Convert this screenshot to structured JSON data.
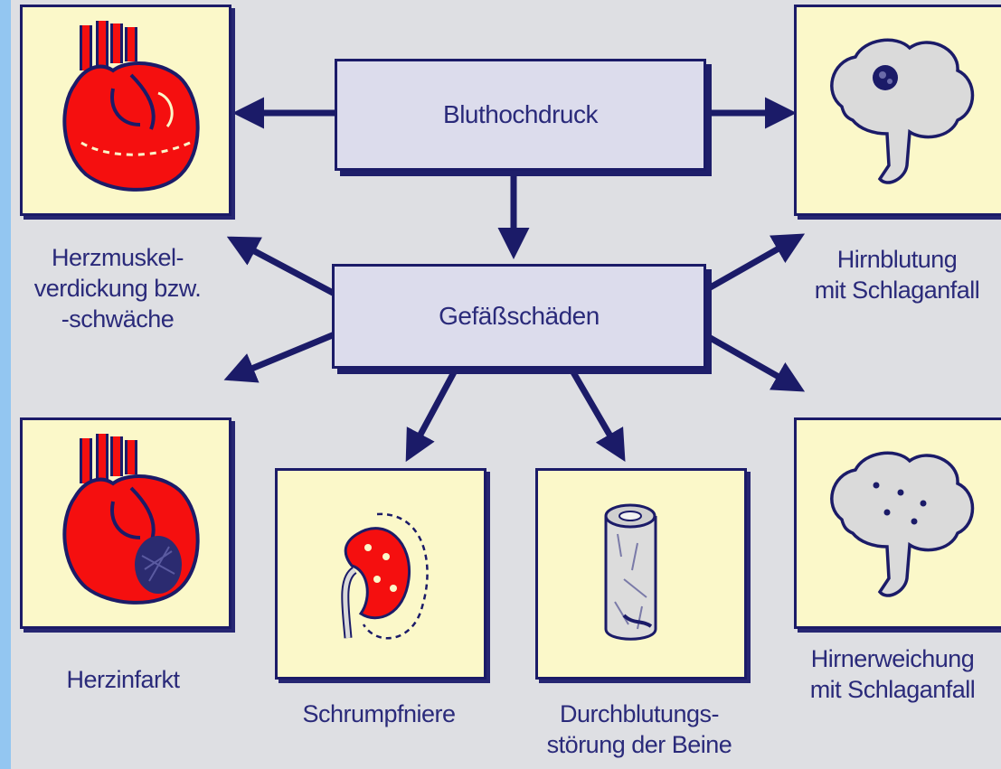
{
  "colors": {
    "background": "#dedfe3",
    "frame": "#93c6f1",
    "panel": "#fbf8c9",
    "organ_red": "#f50f0f",
    "outline": "#1b1b68",
    "text": "#2a2a7a"
  },
  "nodes": {
    "top": "Bluthochdruck",
    "middle": "Gefäßschäden"
  },
  "labels": {
    "heart_thickening": [
      "Herzmuskel-",
      "verdickung bzw.",
      "-schwäche"
    ],
    "brain_bleed": [
      "Hirnblutung",
      "mit Schlaganfall"
    ],
    "heart_attack": [
      "Herzinfarkt"
    ],
    "kidney": [
      "Schrumpfniere"
    ],
    "legs": [
      "Durchblutungs-",
      "störung der Beine"
    ],
    "brain_softening": [
      "Hirnerweichung",
      "mit Schlaganfall"
    ]
  },
  "icons": {
    "panel_heart_thickening": "heart-icon",
    "panel_brain_bleed": "brain-icon",
    "panel_heart_attack": "heart-infarct-icon",
    "panel_kidney": "kidney-icon",
    "panel_legs": "blood-vessel-icon",
    "panel_brain_softening": "brain-icon"
  }
}
